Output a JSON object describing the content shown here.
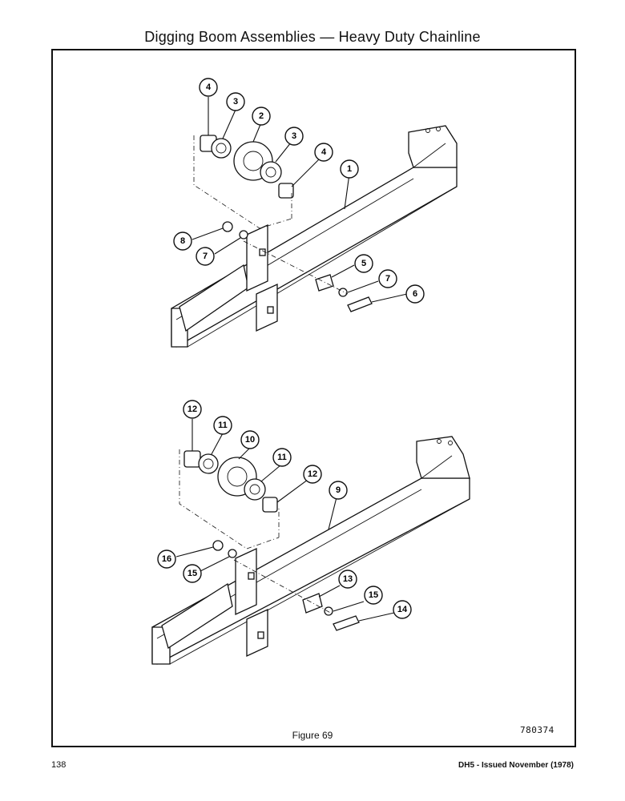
{
  "page": {
    "title": "Digging Boom Assemblies — Heavy Duty Chainline",
    "figure_caption": "Figure 69",
    "drawing_number": "780374",
    "page_number": "138",
    "issue_line": "DH5 - Issued November (1978)"
  },
  "upper_assembly": {
    "callouts": [
      "1",
      "2",
      "3",
      "3",
      "4",
      "4",
      "5",
      "6",
      "7",
      "7",
      "8"
    ]
  },
  "lower_assembly": {
    "callouts": [
      "9",
      "10",
      "11",
      "11",
      "12",
      "12",
      "13",
      "14",
      "15",
      "15",
      "16"
    ]
  }
}
